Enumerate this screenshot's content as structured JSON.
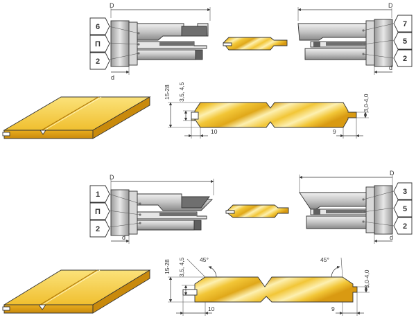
{
  "colors": {
    "wood_light": "#fdf0b0",
    "wood_mid": "#f2c637",
    "wood_dark": "#d99a12",
    "tool_dark": "#6f6f6f",
    "tool_mid": "#b4b4b4",
    "tool_light": "#e6e6e6",
    "line": "#333333"
  },
  "top": {
    "left_cutter": {
      "D": "D",
      "d": "d",
      "badges": [
        "6",
        "П",
        "2"
      ]
    },
    "right_cutter": {
      "D": "D",
      "d": "d",
      "badges": [
        "7",
        "5",
        "2"
      ]
    },
    "profile": {
      "height": "15-28",
      "tongue_offset": "3,5, 4,5",
      "groove_depth": "3,0-4,0",
      "tongue_length": "10",
      "groove_length": "9"
    }
  },
  "bottom": {
    "left_cutter": {
      "D": "D",
      "d": "d",
      "badges": [
        "1",
        "П",
        "2"
      ]
    },
    "right_cutter": {
      "D": "D",
      "d": "d",
      "badges": [
        "3",
        "5",
        "2"
      ]
    },
    "profile": {
      "height": "15-28",
      "tongue_offset": "3,5, 4,5",
      "groove_depth": "3,0-4,0",
      "tongue_length": "10",
      "groove_length": "9",
      "chamfer_left": "45°",
      "chamfer_right": "45°"
    }
  }
}
